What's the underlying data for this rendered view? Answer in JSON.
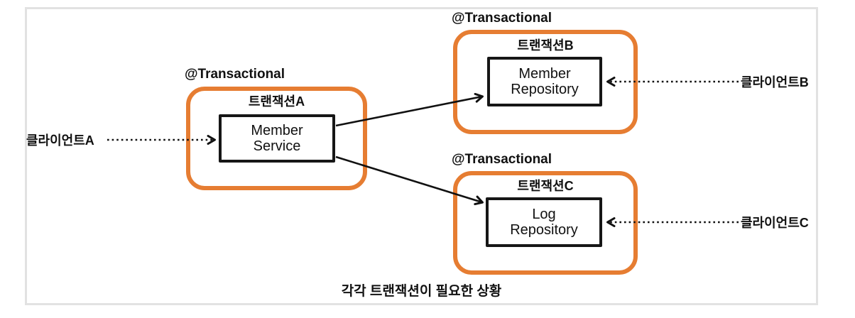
{
  "diagram": {
    "caption": "각각 트랜잭션이 필요한 상황",
    "groups": [
      {
        "annotation": "@Transactional",
        "tx_label": "트랜잭션A",
        "box_line1": "Member",
        "box_line2": "Service"
      },
      {
        "annotation": "@Transactional",
        "tx_label": "트랜잭션B",
        "box_line1": "Member",
        "box_line2": "Repository"
      },
      {
        "annotation": "@Transactional",
        "tx_label": "트랜잭션C",
        "box_line1": "Log",
        "box_line2": "Repository"
      }
    ],
    "clients": [
      {
        "label": "클라이언트A"
      },
      {
        "label": "클라이언트B"
      },
      {
        "label": "클라이언트C"
      }
    ],
    "colors": {
      "accent_orange": "#e67d32",
      "line_black": "#111111",
      "frame_gray": "#e2e2e2"
    }
  }
}
